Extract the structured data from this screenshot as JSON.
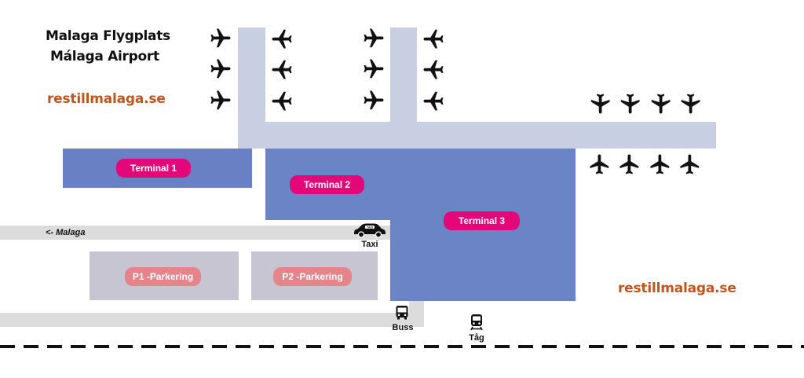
{
  "header": {
    "title_sv": "Malaga Flygplats",
    "title_en": "Málaga Airport"
  },
  "brand": {
    "top": "restillmalaga.se",
    "bottom": "restillmalaga.se",
    "color": "#c2551d"
  },
  "terminals": {
    "t1": "Terminal 1",
    "t2": "Terminal 2",
    "t3": "Terminal 3",
    "color": "#e4077a"
  },
  "parking": {
    "p1": "P1 -Parkering",
    "p2": "P2 -Parkering",
    "color": "#e6848b"
  },
  "road": {
    "label": "<- Malaga"
  },
  "transport": {
    "taxi": "Taxi",
    "taxi_sign": "TAXI",
    "bus": "Buss",
    "train": "Tåg"
  },
  "icons": {
    "plane": "airplane-icon",
    "taxi": "taxi-icon",
    "bus": "bus-icon",
    "train": "train-icon"
  },
  "colors": {
    "pier": "#c9cfe2",
    "terminal": "#6b84c6",
    "road": "#dcdcdc",
    "parking_area": "#c7c5d2"
  }
}
